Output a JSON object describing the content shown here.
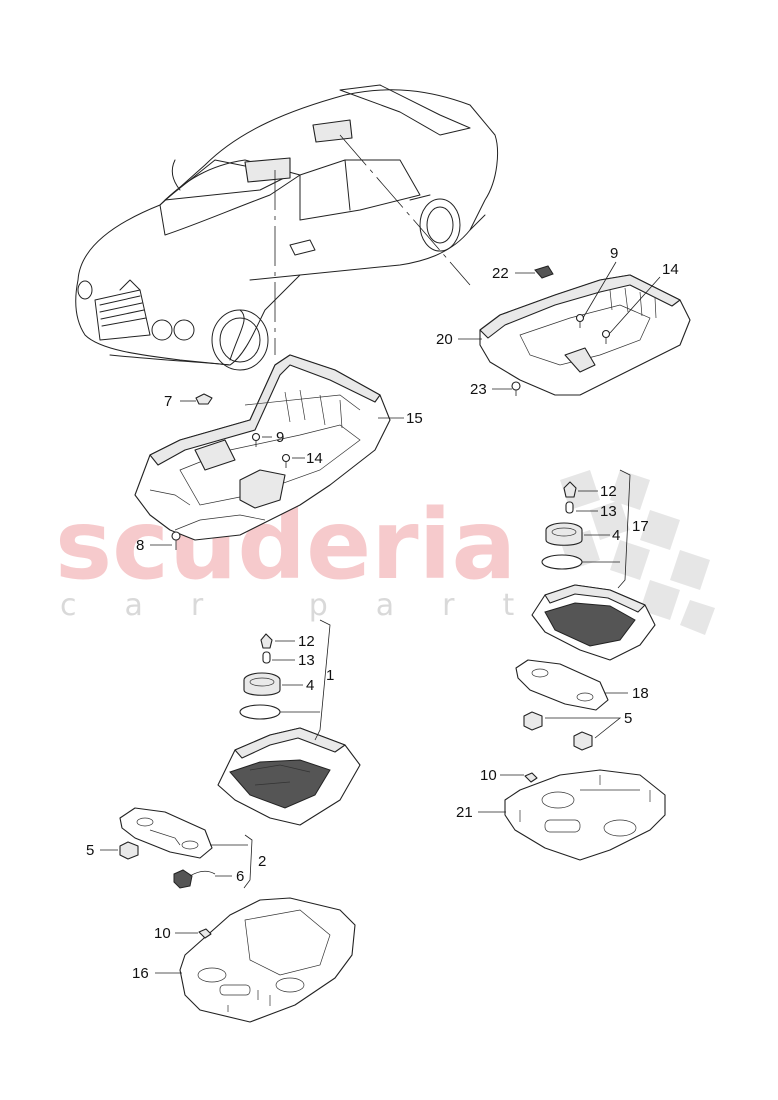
{
  "watermark": {
    "brand": "scuderia",
    "tagline": "car parts"
  },
  "callouts": {
    "c1": "1",
    "c2": "2",
    "c4a": "4",
    "c4b": "4",
    "c5a": "5",
    "c5b": "5",
    "c6": "6",
    "c7": "7",
    "c8": "8",
    "c9a": "9",
    "c9b": "9",
    "c10a": "10",
    "c10b": "10",
    "c12a": "12",
    "c12b": "12",
    "c13a": "13",
    "c13b": "13",
    "c14a": "14",
    "c14b": "14",
    "c15": "15",
    "c16": "16",
    "c17": "17",
    "c18": "18",
    "c20": "20",
    "c21": "21",
    "c22": "22",
    "c23": "23"
  }
}
